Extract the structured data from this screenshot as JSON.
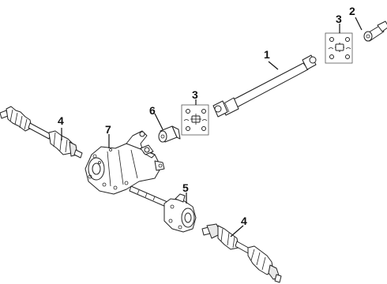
{
  "callouts": {
    "c1": "1",
    "c2": "2",
    "c3a": "3",
    "c3b": "3",
    "c4a": "4",
    "c4b": "4",
    "c5": "5",
    "c6": "6",
    "c7": "7"
  },
  "colors": {
    "line": "#222222",
    "background": "#ffffff"
  }
}
